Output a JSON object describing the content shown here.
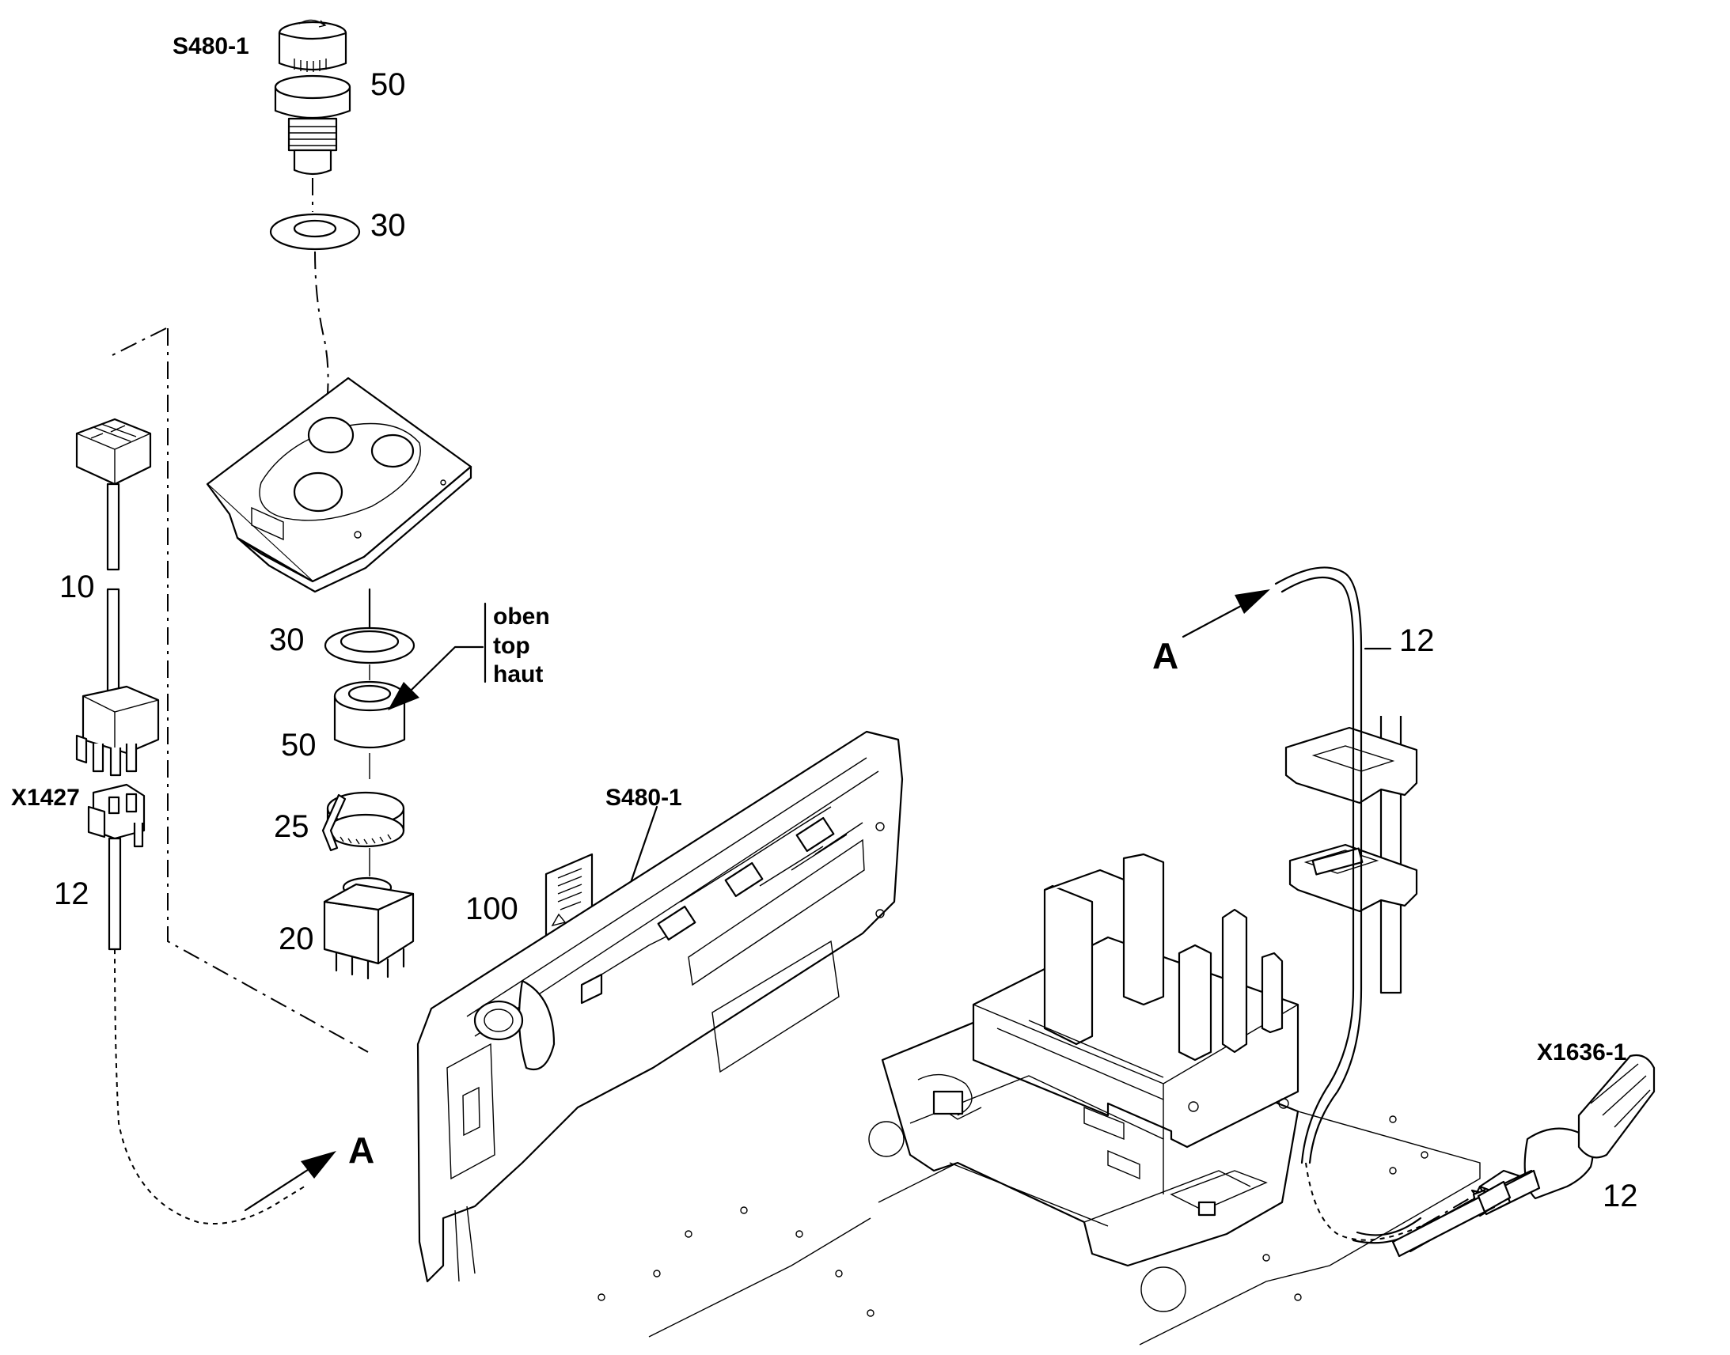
{
  "labels": {
    "s480_top": "S480-1",
    "s480_mid": "S480-1",
    "x1427": "X1427",
    "x1636": "X1636-1",
    "pos50_top": "50",
    "pos30_top": "30",
    "pos10": "10",
    "pos12_left": "12",
    "pos30_mid": "30",
    "pos50_mid": "50",
    "pos25": "25",
    "pos20": "20",
    "pos100": "100",
    "pos12_cable": "12",
    "pos12_right": "12",
    "view_a_left": "A",
    "view_a_right": "A"
  },
  "orientation": [
    "oben",
    "top",
    "haut"
  ],
  "icons": [
    "rotary-switch-knob-icon",
    "sealing-ring-icon",
    "connector-icon",
    "relay-icon",
    "warning-label-icon"
  ]
}
